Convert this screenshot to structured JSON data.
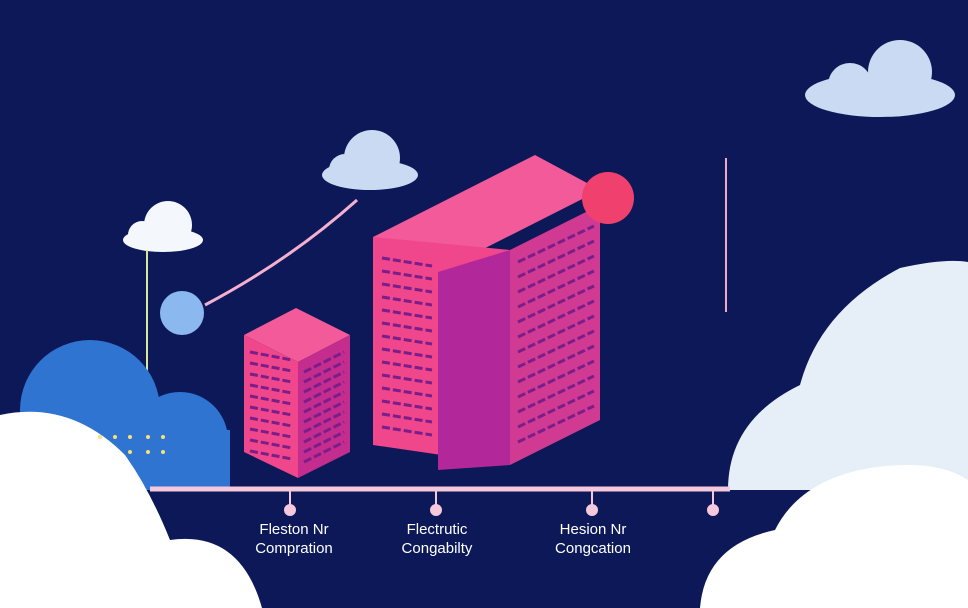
{
  "timeline": {
    "labels": [
      {
        "line1": "Fleston Nr",
        "line2": "Compration"
      },
      {
        "line1": "Flectrutic",
        "line2": "Congabilty"
      },
      {
        "line1": "Hesion Nr",
        "line2": "Congcation"
      }
    ]
  },
  "colors": {
    "background": "#0c1858",
    "building": "#f0468c",
    "building_side": "#a8249a",
    "cloud": "#e8f0fa",
    "accent_blue": "#8ab8ef"
  }
}
